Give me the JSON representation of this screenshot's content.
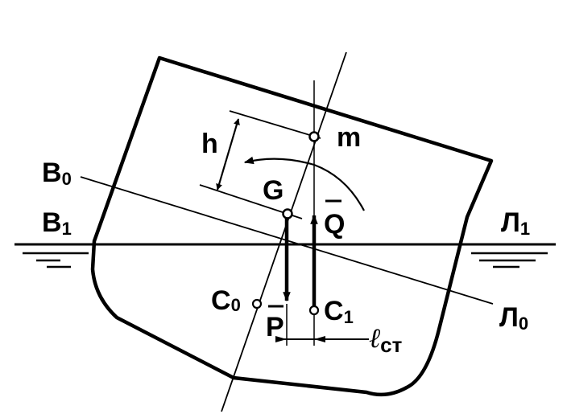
{
  "labels": {
    "h": "h",
    "m": "m",
    "G": "G",
    "Q": "Q",
    "P": "P",
    "C": "C",
    "C0_sub": "0",
    "C1_sub": "1",
    "B": "B",
    "B0_sub": "0",
    "B1_sub": "1",
    "L": "Л",
    "L0_sub": "0",
    "L1_sub": "1",
    "l": "ℓ",
    "l_sub": "ст"
  },
  "colors": {
    "stroke": "#000000",
    "background": "#ffffff"
  }
}
